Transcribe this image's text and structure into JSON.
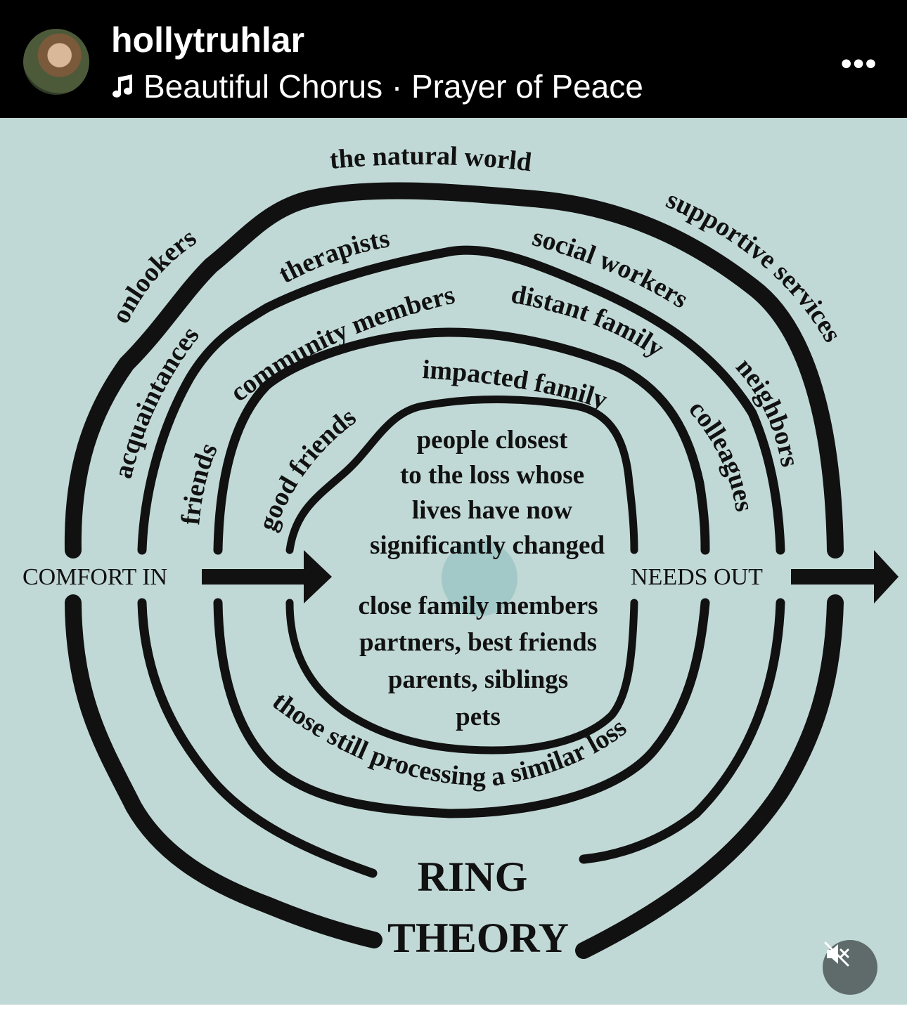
{
  "header": {
    "username": "hollytruhlar",
    "audio": "Beautiful Chorus · Prayer of Peace",
    "audio_icon": "music-note-icon",
    "more_icon": "more-options-icon",
    "more_glyph": "•••"
  },
  "diagram": {
    "outer_top": "the natural world",
    "outer_left": "onlookers",
    "outer_right": "supportive services",
    "ring3_left_top": "therapists",
    "ring3_right_top": "social workers",
    "ring3_left": "acquaintances",
    "ring3_right": "neighbors",
    "ring2_top": "community members",
    "ring2_right_top": "distant family",
    "ring2_left": "friends",
    "ring2_right": "colleagues",
    "ring1_top": "impacted family",
    "ring1_left": "good friends",
    "ring1_bottom": "those still processing a similar loss",
    "center_top": [
      "people closest",
      "to the loss whose",
      "lives have now",
      "significantly changed"
    ],
    "center_bottom": [
      "close family members",
      "partners, best friends",
      "parents, siblings",
      "pets"
    ],
    "comfort_in": "COMFORT IN",
    "needs_out": "NEEDS OUT",
    "title_line1": "RING",
    "title_line2": "THEORY"
  },
  "controls": {
    "mute_icon": "speaker-muted-icon"
  },
  "colors": {
    "background": "#c1d9d6",
    "ink": "#111111",
    "header": "#000000"
  }
}
